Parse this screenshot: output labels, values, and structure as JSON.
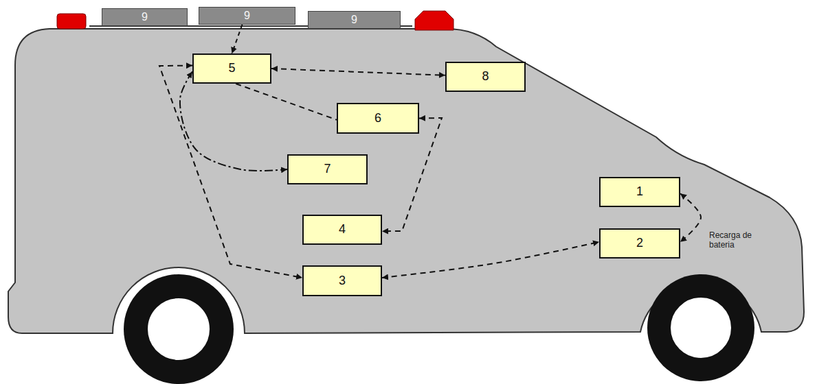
{
  "diagram": {
    "nodes": [
      {
        "text": [
          "9"
        ]
      },
      {
        "text": [
          "9"
        ]
      },
      {
        "text": [
          "9"
        ]
      },
      {
        "text": [
          "5"
        ]
      },
      {
        "text": [
          "8"
        ]
      },
      {
        "text": [
          "6"
        ]
      },
      {
        "text": [
          "7"
        ]
      },
      {
        "text": [
          "1"
        ]
      },
      {
        "text": [
          "4"
        ]
      },
      {
        "text": [
          "2"
        ]
      },
      {
        "text": [
          "3"
        ]
      }
    ],
    "edges": [
      {
        "from": 1,
        "to": 3,
        "arrow": "to"
      },
      {
        "from": 3,
        "to": 4,
        "arrow": "both"
      },
      {
        "from": 3,
        "to": 5,
        "arrow": "none"
      },
      {
        "from": 3,
        "to": 6,
        "arrow": "both"
      },
      {
        "from": 5,
        "to": 8,
        "arrow": "both"
      },
      {
        "from": 3,
        "to": 10,
        "arrow": "both"
      },
      {
        "from": 10,
        "to": 9,
        "arrow": "both"
      },
      {
        "from": 7,
        "to": 9,
        "label": "Recarga de bateria",
        "arrow": "both"
      }
    ]
  }
}
